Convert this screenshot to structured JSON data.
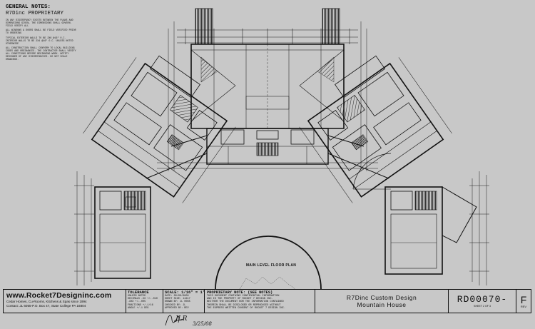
{
  "general_notes": {
    "title": "GENERAL NOTES:",
    "company": "R7Dinc PROPRIETARY",
    "note_1": "IN ANY DISCREPANCY EXISTS BETWEEN THE PLANS AND DIMENSIONS GIVEN, THE DIMENSIONS SHALL GOVERN. FIELD VERIFY ALL",
    "note_2": "ALL WINDOWS & DOORS SHALL BE FIELD VERIFIED PRIOR TO ORDERING",
    "note_3": "TYPICAL EXTERIOR WALLS TO BE 2X6 @16\" O.C. INTERIOR WALLS TO BE 2X4 @16\" O.C. UNLESS NOTED OTHERWISE",
    "note_4": "ALL CONSTRUCTION SHALL CONFORM TO LOCAL BUILDING CODES AND ORDINANCES. THE CONTRACTOR SHALL VERIFY ALL CONDITIONS BEFORE BEGINNING WORK. NOTIFY DESIGNER OF ANY DISCREPANCIES. DO NOT SCALE DRAWINGS."
  },
  "plan_label": "MAIN LEVEL FLOOR PLAN",
  "title_block": {
    "website": "www.Rocket7Designinc.com",
    "line_1": "Cedar Homes, Cu-Rooms, Kitchens & Spas since 1994",
    "line_2": "Contact: JL 6055-P.O. Box 47, State College PA 16804",
    "tolerance_title": "TOLERANCE",
    "tolerance_lines": [
      "UNLESS NOTED",
      "DECIMALS .XX +/-.010",
      ".XXX +/-.005",
      "FRACTIONS +/-1/16",
      "ANGLE +/-1 DEG"
    ],
    "scale_title": "SCALE: 1/16\" = 1'",
    "scale_lines": [
      "DATE: 00/00/0000",
      "SHEET SIZE: 11X17",
      "DRAWN BY: JL 0065",
      "CHECKED BY: JL",
      "APPROVED BY: REV"
    ],
    "proprietary_title": "PROPRIETARY NOTE: (SEE NOTES)",
    "proprietary_lines": [
      "THIS DOCUMENT CONTAINS CONFIDENTIAL INFORMATION",
      "AND IS THE PROPERTY OF ROCKET 7 DESIGN INC.",
      "NEITHER THE DOCUMENT NOR THE INFORMATION CONTAINED",
      "THEREIN SHALL BE DISCLOSED OR REPRODUCED WITHOUT",
      "THE EXPRESS WRITTEN CONSENT OF ROCKET 7 DESIGN INC."
    ],
    "project_line_1": "R7Dinc  Custom Design",
    "project_line_2": "Mountain House",
    "drawing_number": "RD00070-",
    "sheet": "SHEET 2 OF 3",
    "rev": "F",
    "rev_label": "REV"
  },
  "signature": {
    "initials": "JLR",
    "date_text": "3/25/08"
  },
  "colors": {
    "paper": "#c8c8c8",
    "ink": "#111111"
  }
}
